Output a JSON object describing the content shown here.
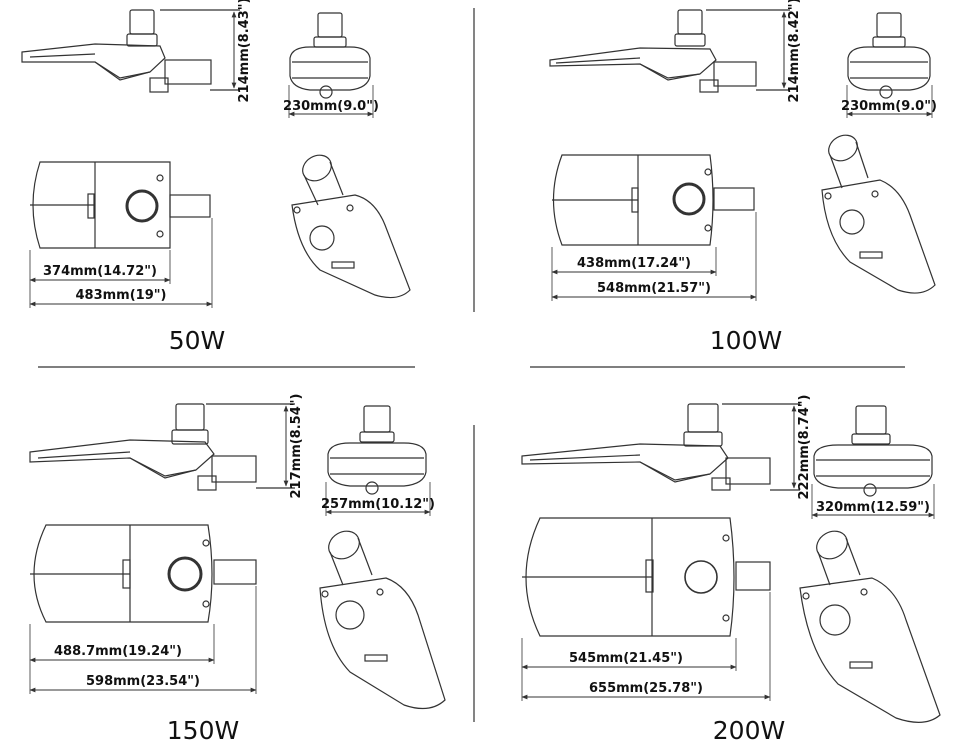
{
  "colors": {
    "line": "#333333",
    "bg": "#ffffff"
  },
  "models": [
    {
      "id": "50w",
      "power_label": "50W",
      "height_dim": "214mm(8.43\")",
      "width_dim": "230mm(9.0\")",
      "body_length_dim": "374mm(14.72\")",
      "total_length_dim": "483mm(19\")"
    },
    {
      "id": "100w",
      "power_label": "100W",
      "height_dim": "214mm(8.42\")",
      "width_dim": "230mm(9.0\")",
      "body_length_dim": "438mm(17.24\")",
      "total_length_dim": "548mm(21.57\")"
    },
    {
      "id": "150w",
      "power_label": "150W",
      "height_dim": "217mm(8.54\")",
      "width_dim": "257mm(10.12\")",
      "body_length_dim": "488.7mm(19.24\")",
      "total_length_dim": "598mm(23.54\")"
    },
    {
      "id": "200w",
      "power_label": "200W",
      "height_dim": "222mm(8.74\")",
      "width_dim": "320mm(12.59\")",
      "body_length_dim": "545mm(21.45\")",
      "total_length_dim": "655mm(25.78\")"
    }
  ]
}
